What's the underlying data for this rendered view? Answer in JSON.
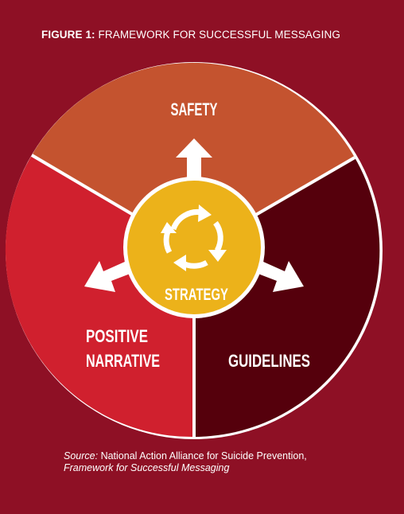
{
  "caption": {
    "label": "FIGURE 1:",
    "title": "FRAMEWORK FOR SUCCESSFUL MESSAGING"
  },
  "diagram": {
    "center": "STRATEGY",
    "segments": {
      "safety": "SAFETY",
      "positive_narrative_line1": "POSITIVE",
      "positive_narrative_line2": "NARRATIVE",
      "guidelines": "GUIDELINES"
    },
    "center_icon": "cycle-arrows-icon",
    "colors": {
      "background": "#8e1025",
      "safety": "#c4532f",
      "positive_narrative": "#d0202e",
      "guidelines": "#55000c",
      "center": "#ecb21a",
      "outline": "#ffffff"
    }
  },
  "source": {
    "prefix": "Source:",
    "line1": "National Action Alliance for Suicide Prevention,",
    "line2": "Framework for Successful Messaging"
  }
}
